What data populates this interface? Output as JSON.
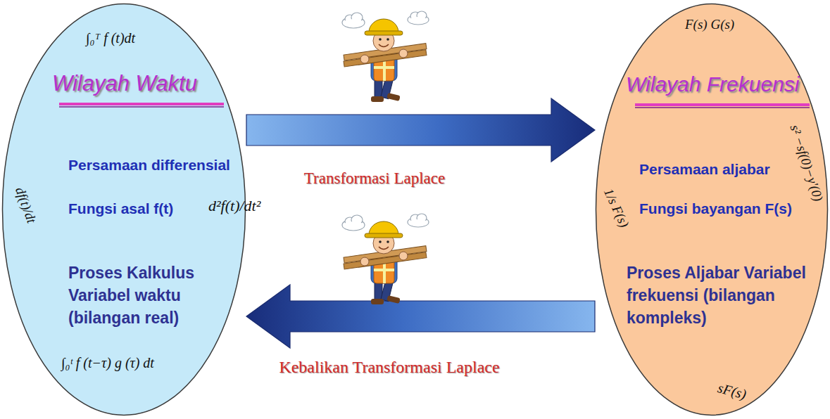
{
  "diagram": {
    "nodes": [
      {
        "text": [
          "∫₀ᵀ f (t)dt",
          "Wilayah Waktu",
          "Persamaan differensial",
          "df(t)/dt",
          "Fungsi asal f(t)",
          "d²f(t)/dt²",
          "Proses Kalkulus Variabel waktu (bilangan real)",
          "∫₀ᵗ f (t−τ) g (τ) dt"
        ]
      },
      {
        "text": [
          "F(s) G(s)",
          "Wilayah Frekuensi",
          "Persamaan aljabar",
          "s² −sf(0)−y'(0)",
          "1/s F(s)",
          "Fungsi bayangan F(s)",
          "Proses Aljabar Variabel frekuensi (bilangan kompleks)",
          "sF(s)"
        ]
      }
    ],
    "edges": [
      {
        "from": 0,
        "to": 1,
        "label": "Transformasi Laplace",
        "arrow": "to"
      },
      {
        "from": 1,
        "to": 0,
        "label": "Kebalikan Transformasi Laplace",
        "arrow": "to"
      }
    ]
  }
}
